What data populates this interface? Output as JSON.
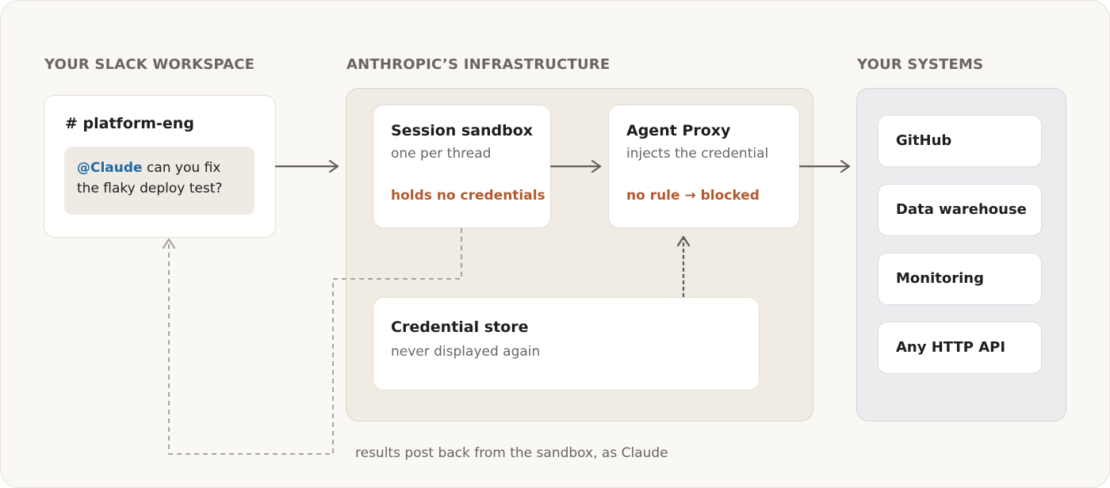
{
  "sections": {
    "slack": "YOUR SLACK WORKSPACE",
    "infra": "ANTHROPIC’S INFRASTRUCTURE",
    "systems": "YOUR SYSTEMS"
  },
  "slack_card": {
    "channel": "# platform-eng",
    "mention": "@Claude",
    "message": " can you fix the flaky deploy test?"
  },
  "sandbox": {
    "title": "Session sandbox",
    "subtitle": "one per thread",
    "note": "holds no credentials"
  },
  "proxy": {
    "title": "Agent Proxy",
    "subtitle": "injects the credential",
    "note": "no rule → blocked"
  },
  "store": {
    "title": "Credential store",
    "subtitle": "never displayed again"
  },
  "systems": [
    "GitHub",
    "Data warehouse",
    "Monitoring",
    "Any HTTP API"
  ],
  "caption": "results post back from the sandbox, as Claude",
  "colors": {
    "accent_orange": "#b05a2e",
    "mention_blue": "#1e6aa6",
    "infra_bg": "#f0ebe3",
    "systems_bg": "#ececef"
  }
}
